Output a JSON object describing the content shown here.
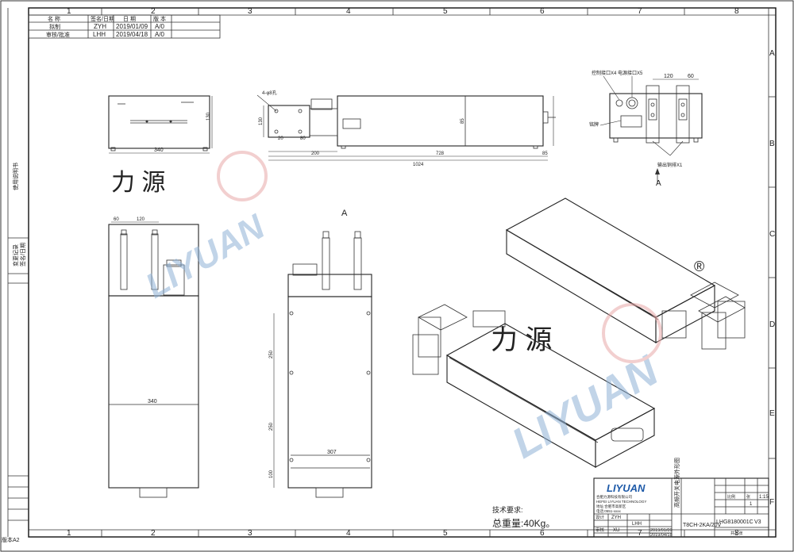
{
  "frame": {
    "columns": [
      "1",
      "2",
      "3",
      "4",
      "5",
      "6",
      "7",
      "8"
    ],
    "rows": [
      "A",
      "B",
      "C",
      "D",
      "E",
      "F"
    ]
  },
  "revision_table": {
    "header": [
      "名 称",
      "签名/日期",
      "日 期",
      "版 本"
    ],
    "rows": [
      [
        "拟制",
        "ZYH",
        "2019/01/09",
        "A/0"
      ],
      [
        "审核/批准",
        "LHH",
        "2019/04/18",
        "A/0"
      ]
    ]
  },
  "side_notes": [
    "使用说明书",
    "变更记录",
    "签名/日期"
  ],
  "dimensions": {
    "front_width": "340",
    "front_height": "130",
    "side_ref_a": "200",
    "side_ref_b": "80",
    "side_ref_c": "20",
    "side_body": "728",
    "side_tail": "85",
    "side_total": "1024",
    "side_h1": "130",
    "side_h2": "85",
    "bottom_left_w": "340",
    "bottom_left_top1": "60",
    "bottom_left_top2": "120",
    "bottom_mid_d1": "250",
    "bottom_mid_d2": "250",
    "bottom_mid_d3": "100",
    "bottom_mid_w": "307",
    "topright_d1": "120",
    "topright_d2": "60"
  },
  "labels": {
    "view_a": "A",
    "arrow_a": "A",
    "side_callout": "4-φ8孔",
    "topright_callout1": "控制接口X4",
    "topright_callout2": "电源接口X5",
    "topright_callout3": "铭牌",
    "topright_callout4": "输出铜排X1"
  },
  "watermark": {
    "cn": "力 源",
    "en": "LIYUAN",
    "reg": "®"
  },
  "notes": {
    "title": "技术要求:",
    "weight": "总重量:40Kg。"
  },
  "title_block": {
    "company_en": "LIYUAN",
    "company_cn_lines": [
      "合肥力源科技有限公司",
      "HEFEI LIYUAN TECHNOLOGY",
      "地址:合肥市高新区",
      "电话:0551-xxxx"
    ],
    "drawing_title": "高频开关电源外形图",
    "model": "T8CH-2KA/20V",
    "doc_no": "LHG8180001C",
    "version": "V3",
    "label_scale": "比例",
    "label_sheet": "张",
    "scale": "1:15",
    "sheets": "1",
    "sheet_of": "共 1 张",
    "signers": [
      [
        "设计",
        "ZYH",
        "LHH",
        "2019/01/09"
      ],
      [
        "审核",
        "XU",
        "",
        "2019/04/18"
      ]
    ]
  },
  "corner_label": "版本A2"
}
